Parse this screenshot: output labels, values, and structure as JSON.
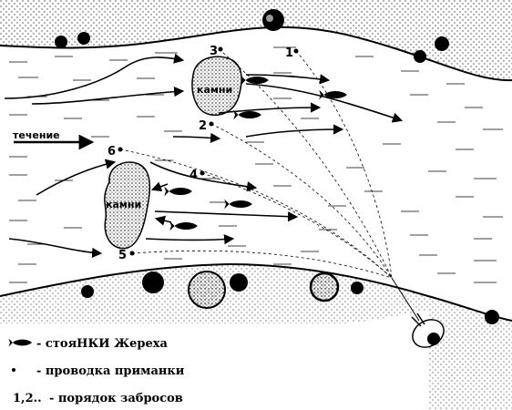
{
  "labels": {
    "current": "течение",
    "rocks_top": "камни",
    "rocks_bottom": "камни"
  },
  "cast_numbers": [
    "1",
    "2",
    "3",
    "4",
    "5",
    "6"
  ],
  "legend": {
    "fish_label": "- стояНКИ Жереха",
    "dot_label": "- проводка приманки",
    "order_symbol": "1,2..",
    "order_label": "- порядок забросов"
  },
  "icons": {
    "fish": "fish-icon",
    "dot": "lure-dot-icon",
    "angler": "angler-icon",
    "bush": "bush-icon"
  },
  "colors": {
    "ink": "#000000",
    "paper": "#ffffff"
  }
}
